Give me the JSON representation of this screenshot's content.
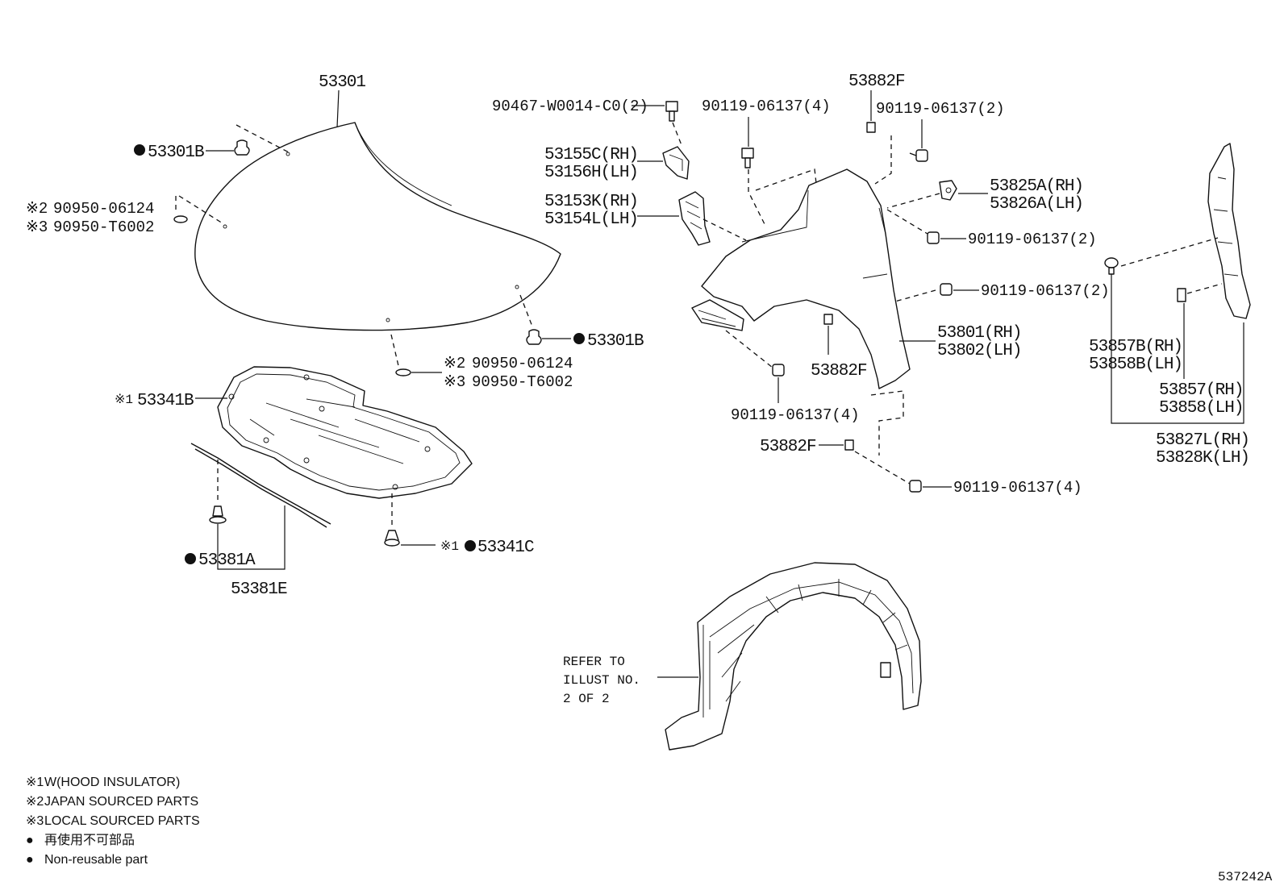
{
  "diagram_id": "537242A",
  "callouts": {
    "hood": "53301",
    "hood_cushion_top": "53301B",
    "hood_cushion_bottom": "53301B",
    "plug_top_line1": "90950-06124",
    "plug_top_line2": "90950-T6002",
    "plug_bottom_line1": "90950-06124",
    "plug_bottom_line2": "90950-T6002",
    "insulator": "53341B",
    "insulator_clip": "53341C",
    "seal_clip": "53381A",
    "seal": "53381E",
    "bolt_bracket": "90467-W0014-C0(2)",
    "bracket_rh": "53155C(RH)",
    "bracket_lh": "53156H(LH)",
    "support_rh": "53153K(RH)",
    "support_lh": "53154L(LH)",
    "bolt_top4": "90119-06137(4)",
    "nut_top": "53882F",
    "bolt_top2": "90119-06137(2)",
    "bracket2_rh": "53825A(RH)",
    "bracket2_lh": "53826A(LH)",
    "bolt_mid2a": "90119-06137(2)",
    "bolt_mid2b": "90119-06137(2)",
    "fender_rh": "53801(RH)",
    "fender_lh": "53802(LH)",
    "nut_mid": "53882F",
    "bolt_bottom4": "90119-06137(4)",
    "nut_bottom": "53882F",
    "bolt_low4": "90119-06137(4)",
    "seal_side_rh": "53857B(RH)",
    "seal_side_lh": "53858B(LH)",
    "protector_rh": "53857(RH)",
    "protector_lh": "53858(LH)",
    "set_rh": "53827L(RH)",
    "set_lh": "53828K(LH)"
  },
  "marks": {
    "note1": "※1",
    "note2": "※2",
    "note3": "※3",
    "nonreusable": "●"
  },
  "refer_note": [
    "REFER TO",
    "ILLUST NO.",
    "2 OF 2"
  ],
  "legend": [
    {
      "mark": "※1",
      "text": "W(HOOD INSULATOR)"
    },
    {
      "mark": "※2",
      "text": "JAPAN SOURCED PARTS"
    },
    {
      "mark": "※3",
      "text": "LOCAL SOURCED PARTS"
    },
    {
      "mark": "●",
      "text": "再使用不可部品"
    },
    {
      "mark": "●",
      "text": "Non-reusable part"
    }
  ]
}
